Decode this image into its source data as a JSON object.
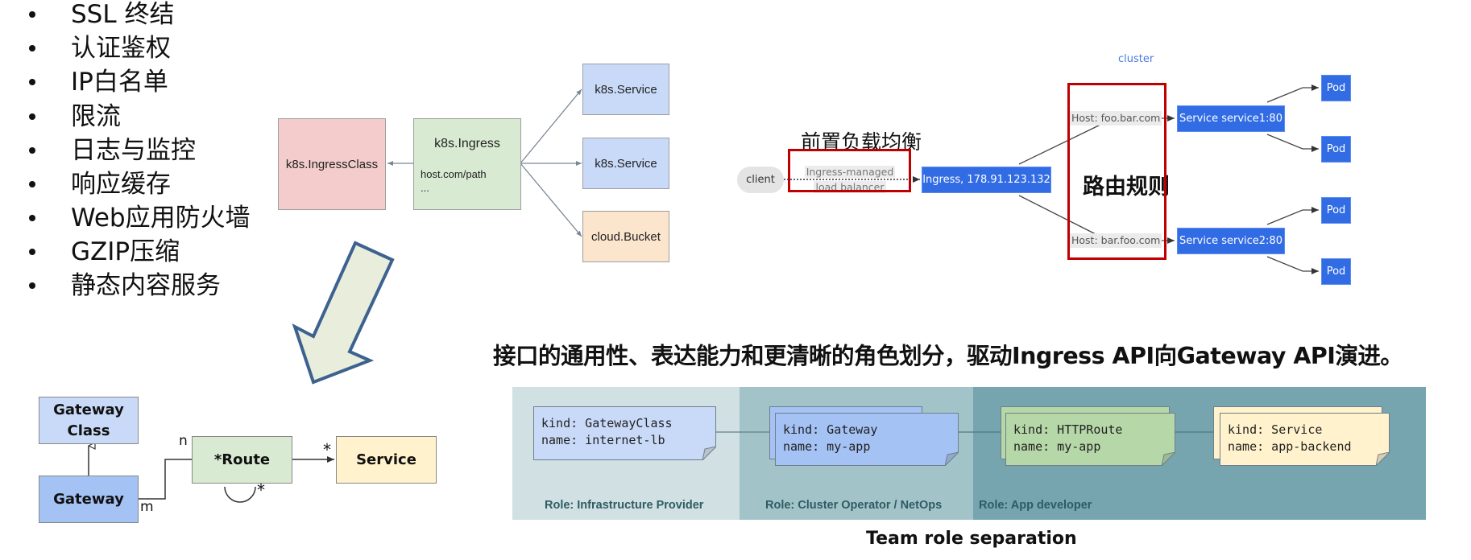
{
  "features": {
    "items": [
      "SSL 终结",
      "认证鉴权",
      "IP白名单",
      "限流",
      "日志与监控",
      "响应缓存",
      "Web应用防火墙",
      "GZIP压缩",
      "静态内容服务"
    ]
  },
  "ingress_resource_diagram": {
    "ingress_class": "k8s.IngressClass",
    "ingress": {
      "title": "k8s.Ingress",
      "rule": "host.com/path",
      "more": "..."
    },
    "backends": [
      "k8s.Service",
      "k8s.Service",
      "cloud.Bucket"
    ]
  },
  "cluster_diagram": {
    "cluster_label": "cluster",
    "client": "client",
    "lb_line1": "Ingress-managed",
    "lb_line2": "load balancer",
    "lb_annotation": "前置负载均衡",
    "ingress_node": "Ingress, 178.91.123.132",
    "routing_annotation": "路由规则",
    "hosts": [
      "Host: foo.bar.com",
      "Host: bar.foo.com"
    ],
    "services": [
      "Service service1:80",
      "Service service2:80"
    ],
    "pods": [
      "Pod",
      "Pod",
      "Pod",
      "Pod"
    ],
    "accent_blue": "#326ce5",
    "highlight_red": "#c00000"
  },
  "gateway_model": {
    "gateway_class": [
      "Gateway",
      "Class"
    ],
    "gateway": "Gateway",
    "route": "*Route",
    "service": "Service",
    "mult_n": "n",
    "mult_m": "m",
    "mult_route_service": "*",
    "mult_self": "*"
  },
  "headline": "接口的通用性、表达能力和更清晰的角色划分，驱动Ingress API向Gateway API演进。",
  "role_panel": {
    "notes": [
      {
        "kind": "kind: GatewayClass",
        "name": "name: internet-lb"
      },
      {
        "kind": "kind: Gateway",
        "name": "name: my-app"
      },
      {
        "kind": "kind: HTTPRoute",
        "name": "name: my-app"
      },
      {
        "kind": "kind: Service",
        "name": "name: app-backend"
      }
    ],
    "roles": [
      "Role: Infrastructure Provider",
      "Role: Cluster Operator / NetOps",
      "Role: App developer"
    ],
    "caption": "Team role separation"
  }
}
